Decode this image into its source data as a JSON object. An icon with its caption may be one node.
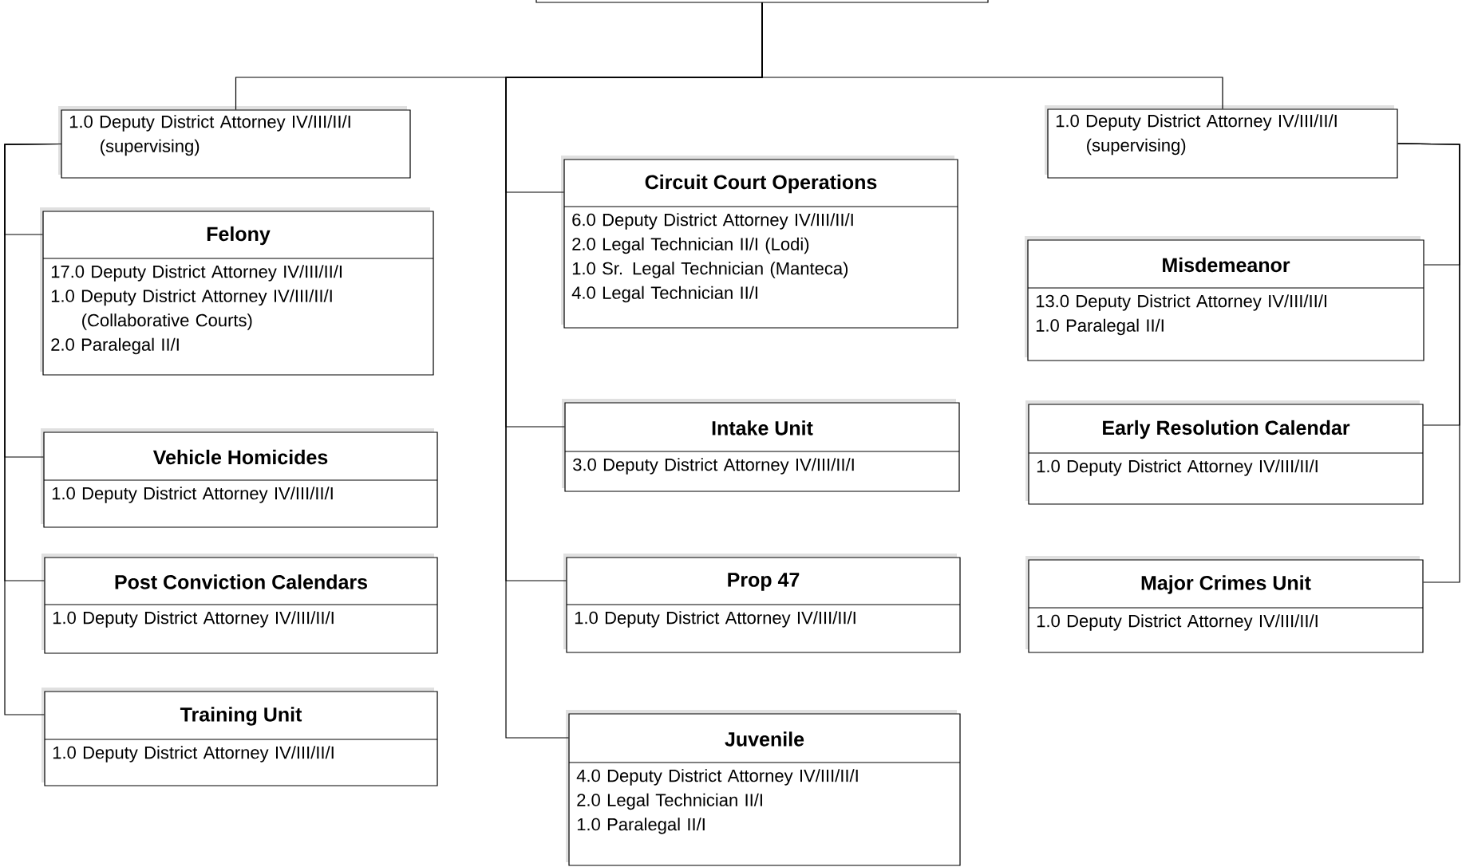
{
  "diagram": {
    "nodes": [
      {
        "text": [],
        "shape": "box"
      },
      {
        "text": [
          "1.0 Deputy District Attorney IV/III/II/I (supervising)"
        ]
      },
      {
        "text": [
          "Felony",
          "17.0 Deputy District Attorney IV/III/II/I",
          "1.0 Deputy District Attorney IV/III/II/I (Collaborative Courts)",
          "2.0 Paralegal II/I"
        ]
      },
      {
        "text": [
          "Vehicle Homicides",
          "1.0 Deputy District Attorney IV/III/II/I"
        ]
      },
      {
        "text": [
          "Post Conviction Calendars",
          "1.0 Deputy District Attorney IV/III/II/I"
        ]
      },
      {
        "text": [
          "Training Unit",
          "1.0 Deputy District Attorney IV/III/II/I"
        ]
      },
      {
        "text": [
          "Circuit Court Operations",
          "6.0 Deputy District Attorney IV/III/II/I",
          "2.0 Legal Technician II/I (Lodi)",
          "1.0 Sr. Legal Technician (Manteca)",
          "4.0 Legal Technician II/I"
        ]
      },
      {
        "text": [
          "Intake Unit",
          "3.0 Deputy District Attorney IV/III/II/I"
        ]
      },
      {
        "text": [
          "Prop 47",
          "1.0 Deputy District Attorney IV/III/II/I"
        ]
      },
      {
        "text": [
          "Juvenile",
          "4.0 Deputy District Attorney IV/III/II/I",
          "2.0 Legal Technician II/I",
          "1.0 Paralegal II/I"
        ]
      },
      {
        "text": [
          "1.0 Deputy District Attorney IV/III/II/I (supervising)"
        ]
      },
      {
        "text": [
          "Misdemeanor",
          "13.0 Deputy District Attorney IV/III/II/I",
          "1.0 Paralegal II/I"
        ]
      },
      {
        "text": [
          "Early Resolution Calendar",
          "1.0 Deputy District Attorney IV/III/II/I"
        ]
      },
      {
        "text": [
          "Major Crimes Unit",
          "1.0 Deputy District Attorney IV/III/II/I"
        ]
      }
    ],
    "edges": [
      {
        "from": 0,
        "to": 1,
        "arrow": "none"
      },
      {
        "from": 0,
        "to": 6,
        "arrow": "none"
      },
      {
        "from": 0,
        "to": 7,
        "arrow": "none"
      },
      {
        "from": 0,
        "to": 8,
        "arrow": "none"
      },
      {
        "from": 0,
        "to": 9,
        "arrow": "none"
      },
      {
        "from": 0,
        "to": 10,
        "arrow": "none"
      },
      {
        "from": 1,
        "to": 2,
        "arrow": "none"
      },
      {
        "from": 1,
        "to": 3,
        "arrow": "none"
      },
      {
        "from": 1,
        "to": 4,
        "arrow": "none"
      },
      {
        "from": 1,
        "to": 5,
        "arrow": "none"
      },
      {
        "from": 10,
        "to": 11,
        "arrow": "none"
      },
      {
        "from": 10,
        "to": 12,
        "arrow": "none"
      },
      {
        "from": 10,
        "to": 13,
        "arrow": "none"
      }
    ]
  }
}
